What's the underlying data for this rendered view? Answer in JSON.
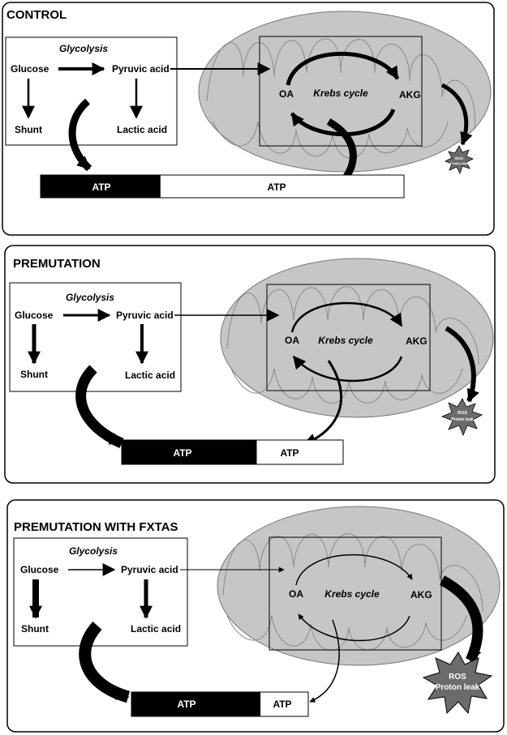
{
  "panels": [
    {
      "title": "CONTROL",
      "glycolysis_label": "Glycolysis",
      "glucose": "Glucose",
      "pyruvic_acid": "Pyruvic acid",
      "shunt": "Shunt",
      "lactic_acid": "Lactic acid",
      "krebs_cycle": "Krebs cycle",
      "oa": "OA",
      "akg": "AKG",
      "ros": "ROS",
      "proton_leak": "Proton leak",
      "atp_glycolytic": "ATP",
      "atp_mitochondrial": "ATP",
      "glycolytic_atp_share": 0.33,
      "ros_level": "low"
    },
    {
      "title": "PREMUTATION",
      "glycolysis_label": "Glycolysis",
      "glucose": "Glucose",
      "pyruvic_acid": "Pyruvic acid",
      "shunt": "Shunt",
      "lactic_acid": "Lactic acid",
      "krebs_cycle": "Krebs cycle",
      "oa": "OA",
      "akg": "AKG",
      "ros": "ROS",
      "proton_leak": "Proton leak",
      "atp_glycolytic": "ATP",
      "atp_mitochondrial": "ATP",
      "glycolytic_atp_share": 0.61,
      "ros_level": "medium"
    },
    {
      "title": "PREMUTATION WITH FXTAS",
      "glycolysis_label": "Glycolysis",
      "glucose": "Glucose",
      "pyruvic_acid": "Pyruvic acid",
      "shunt": "Shunt",
      "lactic_acid": "Lactic acid",
      "krebs_cycle": "Krebs cycle",
      "oa": "OA",
      "akg": "AKG",
      "ros": "ROS",
      "proton_leak": "Proton leak",
      "atp_glycolytic": "ATP",
      "atp_mitochondrial": "ATP",
      "glycolytic_atp_share": 0.73,
      "ros_level": "high"
    }
  ],
  "colors": {
    "mitochondrion_fill": "#c6c6c6",
    "cristae_stroke": "#8a8a8a",
    "ros_fill": "#6b6b6b",
    "atp_dark": "#000000",
    "atp_light": "#ffffff"
  }
}
